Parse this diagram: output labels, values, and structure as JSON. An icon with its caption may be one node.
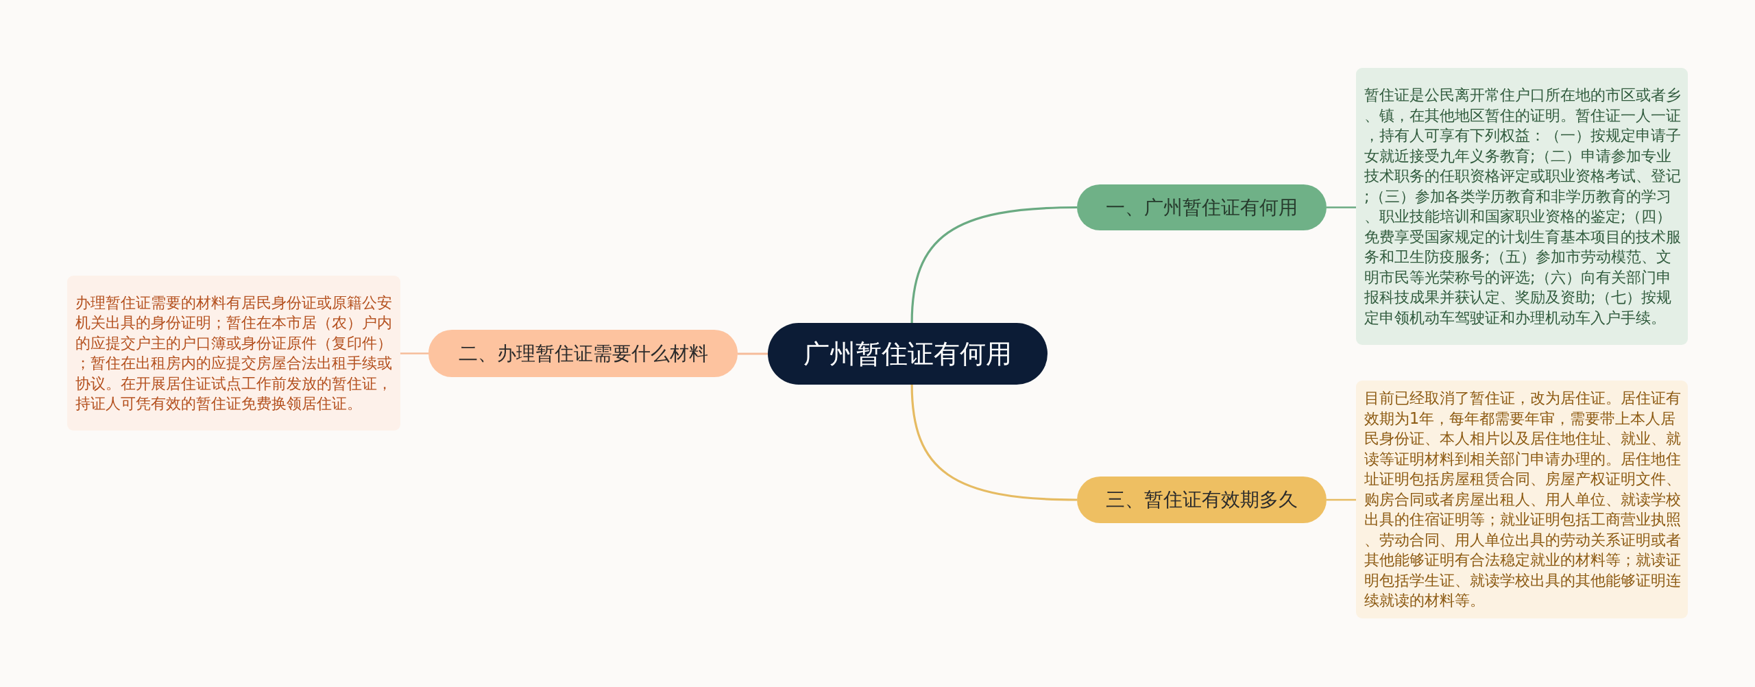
{
  "diagram": {
    "nodes": [
      {
        "text": [
          "广州暂住证有何用"
        ]
      },
      {
        "text": [
          "一、广州暂住证有何用"
        ]
      },
      {
        "text": [
          "暂住证是公民离开常住户口所在地的市区或者乡、镇，在其他地区暂住的证明。暂住证一人一证，持有人可享有下列权益：（一）按规定申请子女就近接受九年义务教育;（二）申请参加专业技术职务的任职资格评定或职业资格考试、登记;（三）参加各类学历教育和非学历教育的学习、职业技能培训和国家职业资格的鉴定;（四）免费享受国家规定的计划生育基本项目的技术服务和卫生防疫服务;（五）参加市劳动模范、文明市民等光荣称号的评选;（六）向有关部门申报科技成果并获认定、奖励及资助;（七）按规定申领机动车驾驶证和办理机动车入户手续。"
        ]
      },
      {
        "text": [
          "二、办理暂住证需要什么材料"
        ]
      },
      {
        "text": [
          "办理暂住证需要的材料有居民身份证或原籍公安机关出具的身份证明；暂住在本市居（农）户内的应提交户主的户口簿或身份证原件（复印件）；暂住在出租房内的应提交房屋合法出租手续或协议。在开展居住证试点工作前发放的暂住证，持证人可凭有效的暂住证免费换领居住证。"
        ]
      },
      {
        "text": [
          "三、暂住证有效期多久"
        ]
      },
      {
        "text": [
          "目前已经取消了暂住证，改为居住证。居住证有效期为1年，每年都需要年审，需要带上本人居民身份证、本人相片以及居住地住址、就业、就读等证明材料到相关部门申请办理的。居住地住址证明包括房屋租赁合同、房屋产权证明文件、购房合同或者房屋出租人、用人单位、就读学校出具的住宿证明等；就业证明包括工商营业执照、劳动合同、用人单位出具的劳动关系证明或者其他能够证明有合法稳定就业的材料等；就读证明包括学生证、就读学校出具的其他能够证明连续就读的材料等。"
        ]
      }
    ],
    "edges": [
      {
        "from": 0,
        "to": 1,
        "arrow": "none",
        "color": "#6aaa82"
      },
      {
        "from": 1,
        "to": 2,
        "arrow": "none",
        "color": "#6aaa82"
      },
      {
        "from": 0,
        "to": 3,
        "arrow": "none",
        "color": "#f6bc9a"
      },
      {
        "from": 3,
        "to": 4,
        "arrow": "none",
        "color": "#f6bc9a"
      },
      {
        "from": 0,
        "to": 5,
        "arrow": "none",
        "color": "#e6bb62"
      },
      {
        "from": 5,
        "to": 6,
        "arrow": "none",
        "color": "#e6bb62"
      }
    ]
  }
}
